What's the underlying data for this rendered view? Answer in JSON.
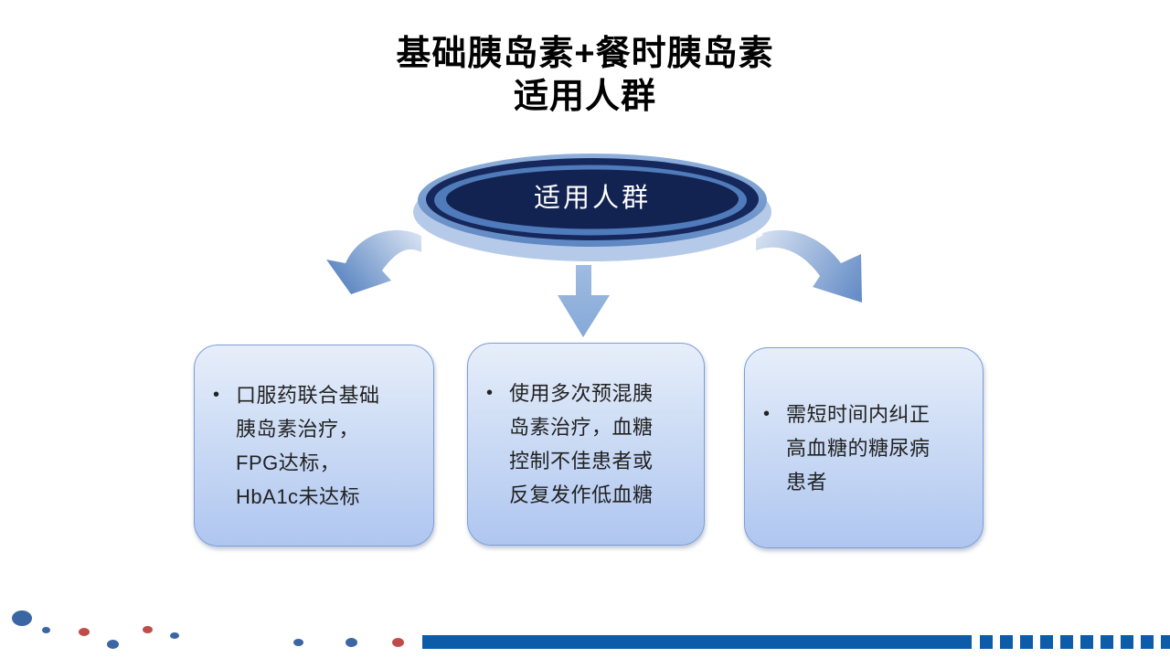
{
  "slide_title": {
    "line1": "基础胰岛素+餐时胰岛素",
    "line2": "适用人群"
  },
  "hub": {
    "label": "适用人群"
  },
  "cards": [
    {
      "bullet": "•",
      "text": "口服药联合基础\n胰岛素治疗，\nFPG达标，\nHbA1c未达标"
    },
    {
      "bullet": "•",
      "text": "使用多次预混胰\n岛素治疗，血糖\n控制不佳患者或\n反复发作低血糖"
    },
    {
      "bullet": "•",
      "text": "需短时间内纠正\n高血糖的糖尿病\n患者"
    }
  ],
  "colors": {
    "hub_inner": "#132351",
    "hub_ring_navy": "#16275C",
    "hub_ring_mid": "#4F7BBA",
    "hub_outer_top": "#8FB0DB",
    "hub_outer_bottom": "#5E87C2",
    "hub_base": "#B5CAE8",
    "arrow_light": "#D7E2F2",
    "arrow_mid_top": "#9FBCE1",
    "arrow_mid_bottom": "#84A8D6",
    "arrow_dark": "#6089C4",
    "card_top": "#E7EEFA",
    "card_bottom": "#AFC6F0",
    "card_border": "#7E9ED6",
    "bar_blue": "#0C5CA9",
    "dot_blue": "#3A67A4",
    "dot_red": "#BF4C48"
  }
}
